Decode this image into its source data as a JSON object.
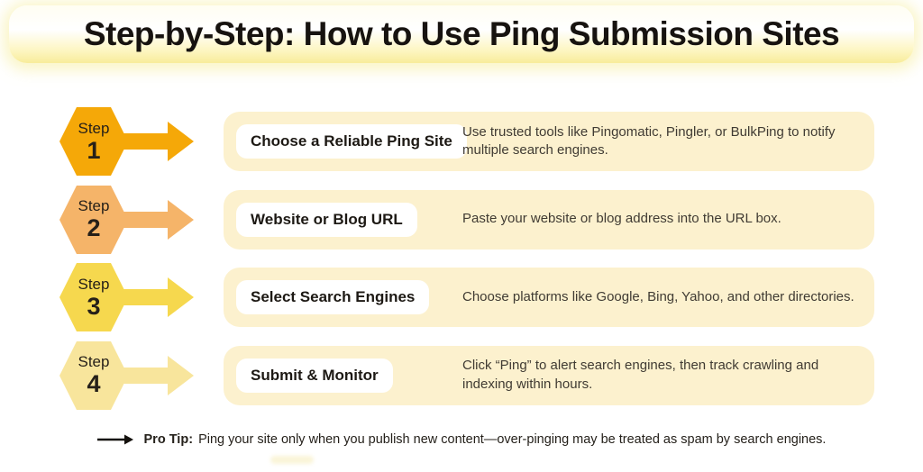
{
  "title": "Step-by-Step: How to Use Ping Submission Sites",
  "steps": [
    {
      "label": "Step",
      "number": "1",
      "title": "Choose a Reliable Ping Site",
      "description": "Use trusted tools like Pingomatic, Pingler, or BulkPing to notify multiple search engines.",
      "color": "#F5A808"
    },
    {
      "label": "Step",
      "number": "2",
      "title": "Website or Blog URL",
      "description": "Paste your website or blog address into the URL box.",
      "color": "#F5B469"
    },
    {
      "label": "Step",
      "number": "3",
      "title": "Select Search Engines",
      "description": "Choose platforms like Google, Bing, Yahoo, and other directories.",
      "color": "#F6D84E"
    },
    {
      "label": "Step",
      "number": "4",
      "title": "Submit & Monitor",
      "description": "Click “Ping” to alert search engines, then track crawling and indexing within hours.",
      "color": "#F8E59C"
    }
  ],
  "pro_tip": {
    "label": "Pro Tip:",
    "text": "Ping your site only when you publish new content—over-pinging may be treated as spam by search engines.",
    "arrow_icon": "long-right-arrow"
  },
  "colors": {
    "card_background": "#FCF1CE",
    "banner_yellow": "#F8EC9A",
    "title_text": "#171310",
    "body_text": "#403B33"
  }
}
